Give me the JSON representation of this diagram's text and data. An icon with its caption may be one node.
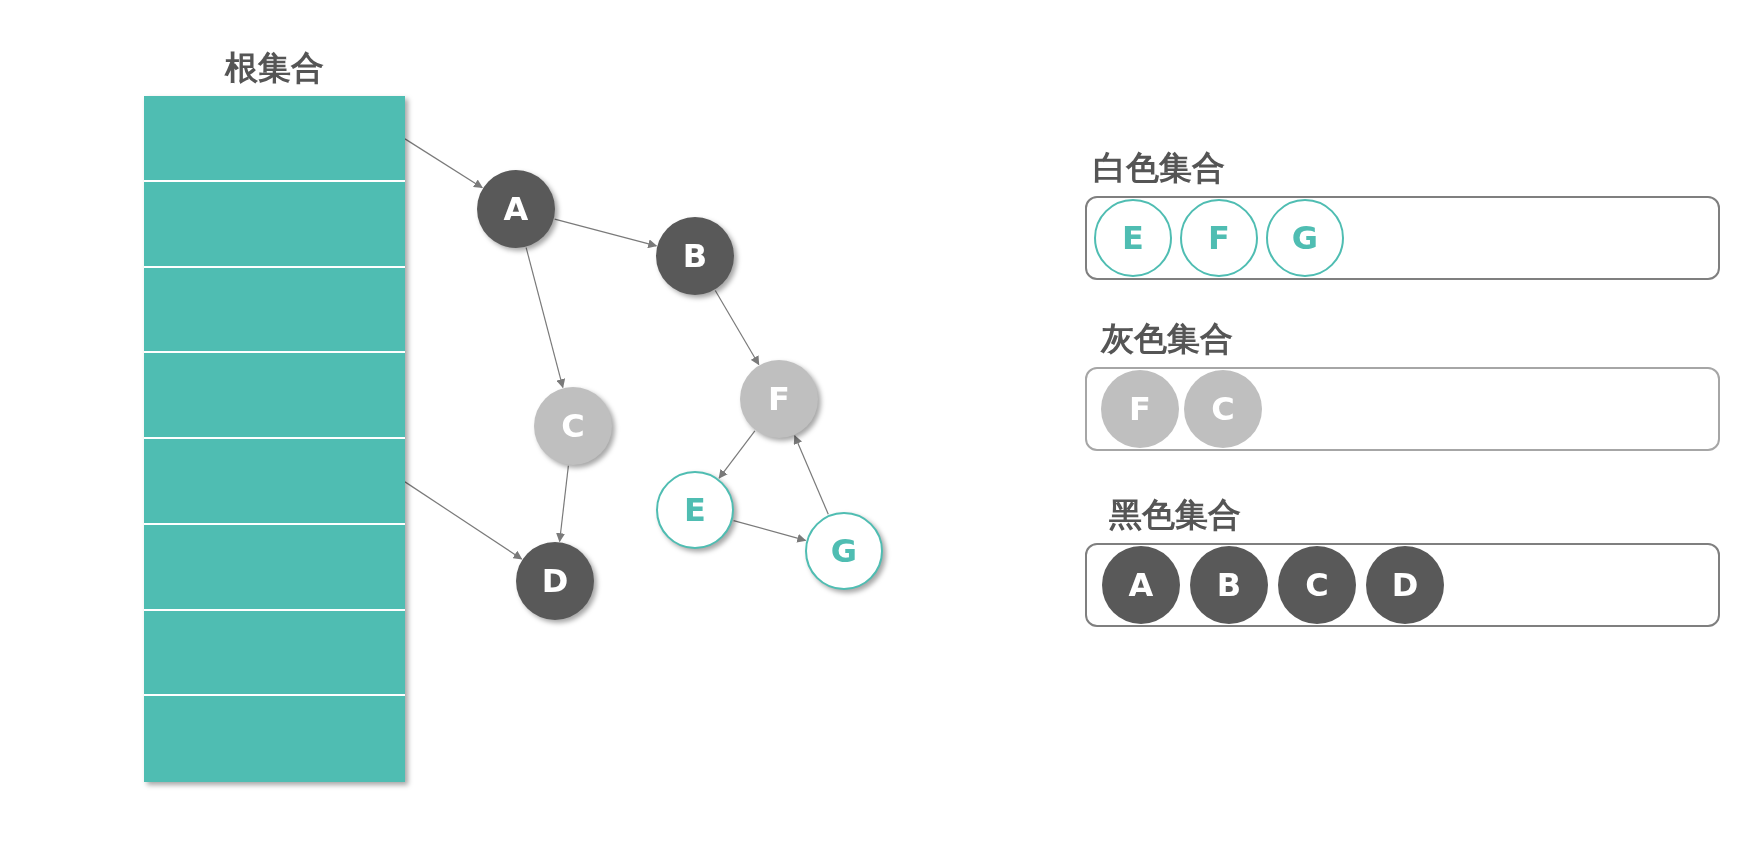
{
  "diagram": {
    "nodes": [
      {
        "text": [
          "根集合"
        ]
      },
      {
        "text": [],
        "shape": "box",
        "in": 0
      },
      {
        "text": [],
        "shape": "box",
        "in": 0
      },
      {
        "text": [],
        "shape": "box",
        "in": 0
      },
      {
        "text": [],
        "shape": "box",
        "in": 0
      },
      {
        "text": [],
        "shape": "box",
        "in": 0
      },
      {
        "text": [],
        "shape": "box",
        "in": 0
      },
      {
        "text": [],
        "shape": "box",
        "in": 0
      },
      {
        "text": [],
        "shape": "box",
        "in": 0
      },
      {
        "text": [
          "A"
        ]
      },
      {
        "text": [
          "B"
        ]
      },
      {
        "text": [
          "C"
        ]
      },
      {
        "text": [
          "F"
        ]
      },
      {
        "text": [
          "E"
        ]
      },
      {
        "text": [
          "G"
        ]
      },
      {
        "text": [
          "D"
        ]
      },
      {
        "text": [
          "白色集合"
        ]
      },
      {
        "text": [
          "E"
        ],
        "in": 16
      },
      {
        "text": [
          "F"
        ],
        "in": 16
      },
      {
        "text": [
          "G"
        ],
        "in": 16
      },
      {
        "text": [
          "灰色集合"
        ]
      },
      {
        "text": [
          "F"
        ],
        "in": 20
      },
      {
        "text": [
          "C"
        ],
        "in": 20
      },
      {
        "text": [
          "黑色集合"
        ]
      },
      {
        "text": [
          "A"
        ],
        "in": 23
      },
      {
        "text": [
          "B"
        ],
        "in": 23
      },
      {
        "text": [
          "C"
        ],
        "in": 23
      },
      {
        "text": [
          "D"
        ],
        "in": 23
      }
    ],
    "edges": [
      {
        "from": 1,
        "to": 9,
        "arrow": "to"
      },
      {
        "from": 5,
        "to": 15,
        "arrow": "to"
      },
      {
        "from": 9,
        "to": 10,
        "arrow": "to"
      },
      {
        "from": 9,
        "to": 11,
        "arrow": "to"
      },
      {
        "from": 10,
        "to": 12,
        "arrow": "to"
      },
      {
        "from": 11,
        "to": 15,
        "arrow": "to"
      },
      {
        "from": 12,
        "to": 13,
        "arrow": "to"
      },
      {
        "from": 13,
        "to": 14,
        "arrow": "to"
      },
      {
        "from": 14,
        "to": 12,
        "arrow": "to"
      }
    ]
  }
}
